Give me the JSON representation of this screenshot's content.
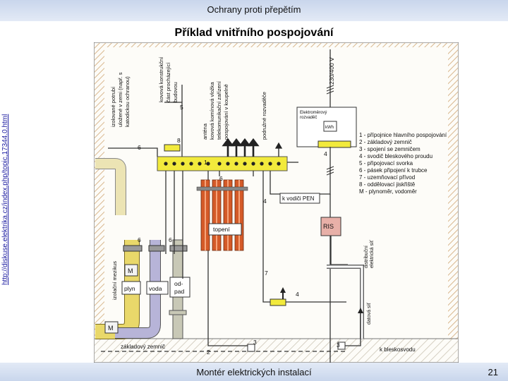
{
  "slide": {
    "title": "Ochrany proti přepětím",
    "subtitle": "Příklad vnitřního pospojování",
    "side_url": "http://diskuse.elektrika.cz/index.php/topic,17344.0.html",
    "footer": "Montér elektrických instalací",
    "page_number": "21"
  },
  "diagram": {
    "labels": {
      "izol1": "izolované potrubí",
      "izol2": "uložené v zemi (např. s",
      "izol3": "katodickou ochranou)",
      "kov1": "kovová konstrukční",
      "kov2": "část procházející",
      "kov3": "budovou",
      "ant1": "anténa",
      "ant2": "kovová komínová vložka",
      "ant3": "telekomunikační zařízení",
      "ant4": "pospojování v koupelně",
      "podr": "podružné rozvaděče",
      "voltage": "230/400 V",
      "meter1": "Elektroměrový",
      "meter2": "rozvaděč",
      "kwh": "kWh",
      "pen": "k vodiči PEN",
      "ris": "RIS",
      "topeni": "topení",
      "izol_mezikus": "izolační mezikus",
      "plyn": "plyn",
      "voda": "voda",
      "odpad1": "od-",
      "odpad2": "pad",
      "m": "M",
      "zaklad": "základový zemnič",
      "blesk": "k bleskosvodu",
      "distrib1": "distribuční",
      "distrib2": "elektrická síť",
      "datova": "datová síť",
      "n1": "1",
      "n2": "2",
      "n3": "3",
      "n4": "4",
      "n5": "5",
      "n6": "6",
      "n7": "7",
      "n8": "8"
    },
    "legend": [
      "1 - přípojnice hlavního pospojování",
      "2 - základový zemnič",
      "3 - spojení se zemničem",
      "4 - svodič bleskového proudu",
      "5 - připojovací svorka",
      "6 - pásek připojení k trubce",
      "7 - uzemňovací přívod",
      "8 - oddělovací jiskřiště",
      "M - plynoměr, vodoměr"
    ],
    "colors": {
      "busbar": "#f2ea3c",
      "pipe_yellow": "#e9d86a",
      "pipe_water": "#b7b4d8",
      "pipe_waste": "#c8c8b6",
      "heating": "#d45a28",
      "ris_box": "#e8b0a8",
      "wall_hatch": "#e8d2b8",
      "slide_bar": "#c9d6ec"
    }
  }
}
